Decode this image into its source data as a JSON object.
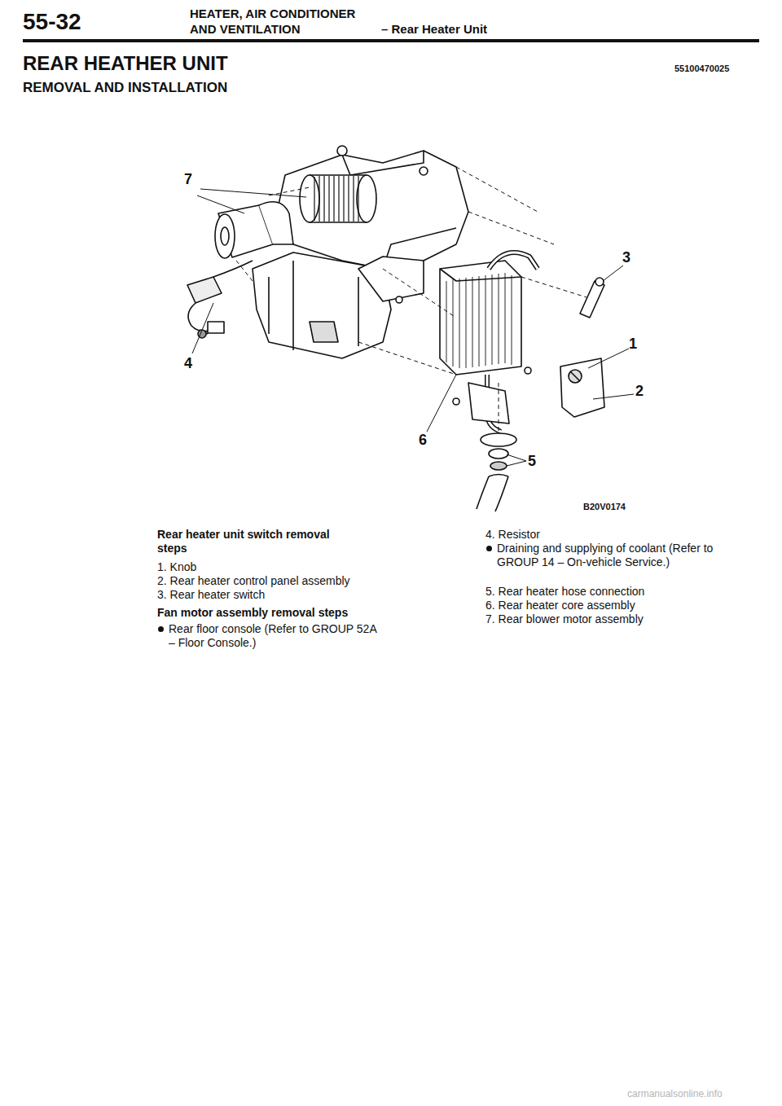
{
  "diagram": {
    "title": "REAR HEATHER UNIT",
    "labels": [
      "55-32",
      "HEATER, AIR CONDITIONER",
      "AND VENTILATION",
      "– Rear Heater Unit",
      "REMOVAL AND INSTALLATION",
      "55100470025",
      "7",
      "3",
      "1",
      "2",
      "4",
      "6",
      "5",
      "B20V0174",
      "Rear heater unit switch removal steps",
      "1. Knob",
      "2. Rear heater control panel assembly",
      "3. Rear heater switch",
      "Fan motor assembly removal steps",
      "Rear floor console (Refer to GROUP 52A – Floor Console.)",
      "4. Resistor",
      "Draining and supplying of coolant (Refer to GROUP 14 – On-vehicle Service.)",
      "5. Rear heater hose connection",
      "6. Rear heater core assembly",
      "7. Rear blower motor assembly",
      "carmanualsonline.info"
    ]
  }
}
